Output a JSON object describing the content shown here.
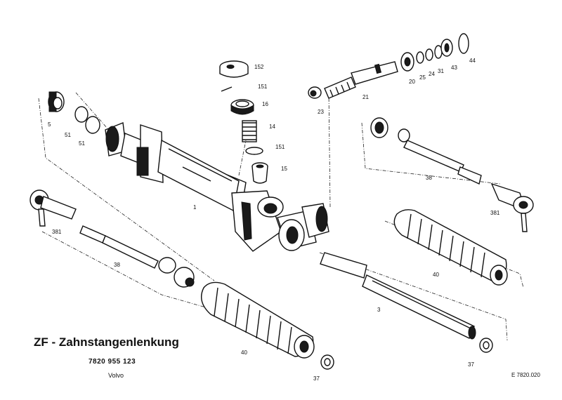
{
  "title": "ZF - Zahnstangenlenkung",
  "part_number": "7820 955 123",
  "manufacturer": "Volvo",
  "drawing_number": "E 7820.020",
  "callouts": {
    "c5": "5",
    "c51a": "51",
    "c51b": "51",
    "c152": "152",
    "c151a": "151",
    "c16": "16",
    "c14": "14",
    "c151b": "151",
    "c15": "15",
    "c1": "1",
    "c23": "23",
    "c21": "21",
    "c20": "20",
    "c25": "25",
    "c24": "24",
    "c31": "31",
    "c43": "43",
    "c44": "44",
    "c38a": "38",
    "c381a": "381",
    "c38b": "38",
    "c381b": "381",
    "c40a": "40",
    "c40b": "40",
    "c3": "3",
    "c37a": "37",
    "c37b": "37"
  }
}
